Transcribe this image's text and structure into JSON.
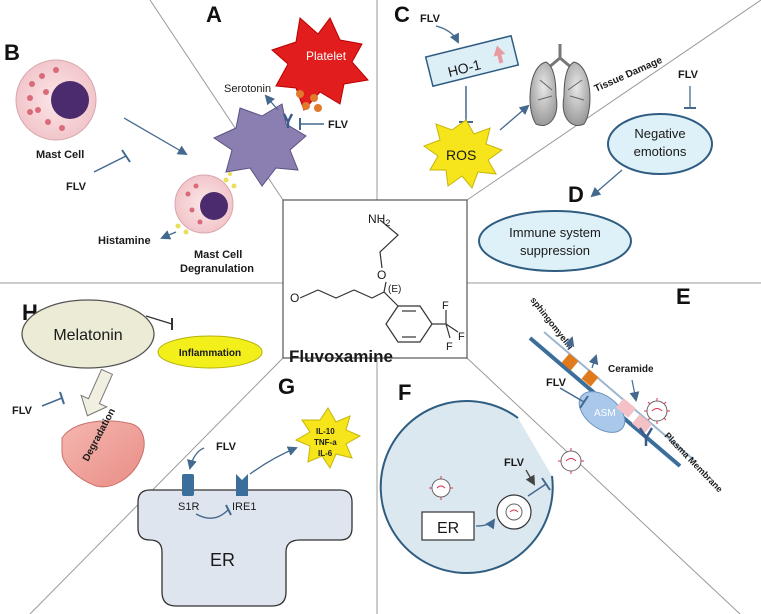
{
  "panels": {
    "A": {
      "letter": "A",
      "platelet": "Platelet",
      "serotonin": "Serotonin",
      "flv": "FLV"
    },
    "B": {
      "letter": "B",
      "mast_cell": "Mast Cell",
      "flv": "FLV",
      "histamine": "Histamine",
      "degran_1": "Mast Cell",
      "degran_2": "Degranulation"
    },
    "C": {
      "letter": "C",
      "flv": "FLV",
      "ho1": "HO-1",
      "ros": "ROS",
      "tissue": "Tissue Damage"
    },
    "D": {
      "letter": "D",
      "flv": "FLV",
      "neg_1": "Negative",
      "neg_2": "emotions",
      "imm_1": "Immune system",
      "imm_2": "suppression"
    },
    "E": {
      "letter": "E",
      "sphingomyelin": "sphingomyelin",
      "ceramide": "Ceramide",
      "flv": "FLV",
      "asm": "ASM",
      "plasma": "Plasma Membrane"
    },
    "F": {
      "letter": "F",
      "flv": "FLV",
      "er": "ER"
    },
    "G": {
      "letter": "G",
      "flv": "FLV",
      "s1r": "S1R",
      "ire1": "IRE1",
      "er": "ER",
      "cytokine_1": "IL-10",
      "cytokine_2": "TNF-a",
      "cytokine_3": "IL-6"
    },
    "H": {
      "letter": "H",
      "melatonin": "Melatonin",
      "inflammation": "Inflammation",
      "flv": "FLV",
      "degradation": "Degradation"
    }
  },
  "center": {
    "drug_name": "Fluvoxamine",
    "nh2": "NH",
    "nh2_sub": "2",
    "o_atom": "O",
    "n_atom": "N",
    "e_label": "(E)",
    "o_left": "O",
    "f1": "F",
    "f2": "F",
    "f3": "F"
  },
  "colors": {
    "platelet": "#e11d1d",
    "mast_cell": "#f6d3d6",
    "nucleus": "#4b2a6e",
    "ellipse_fill": "#dff1f8",
    "ellipse_stroke": "#2f5d82",
    "ros": "#f5e51a",
    "inflammation": "#f2ef1b",
    "er_fill": "#dfe5ee",
    "f_circle": "#dce8f0",
    "arrow": "#44698f"
  }
}
